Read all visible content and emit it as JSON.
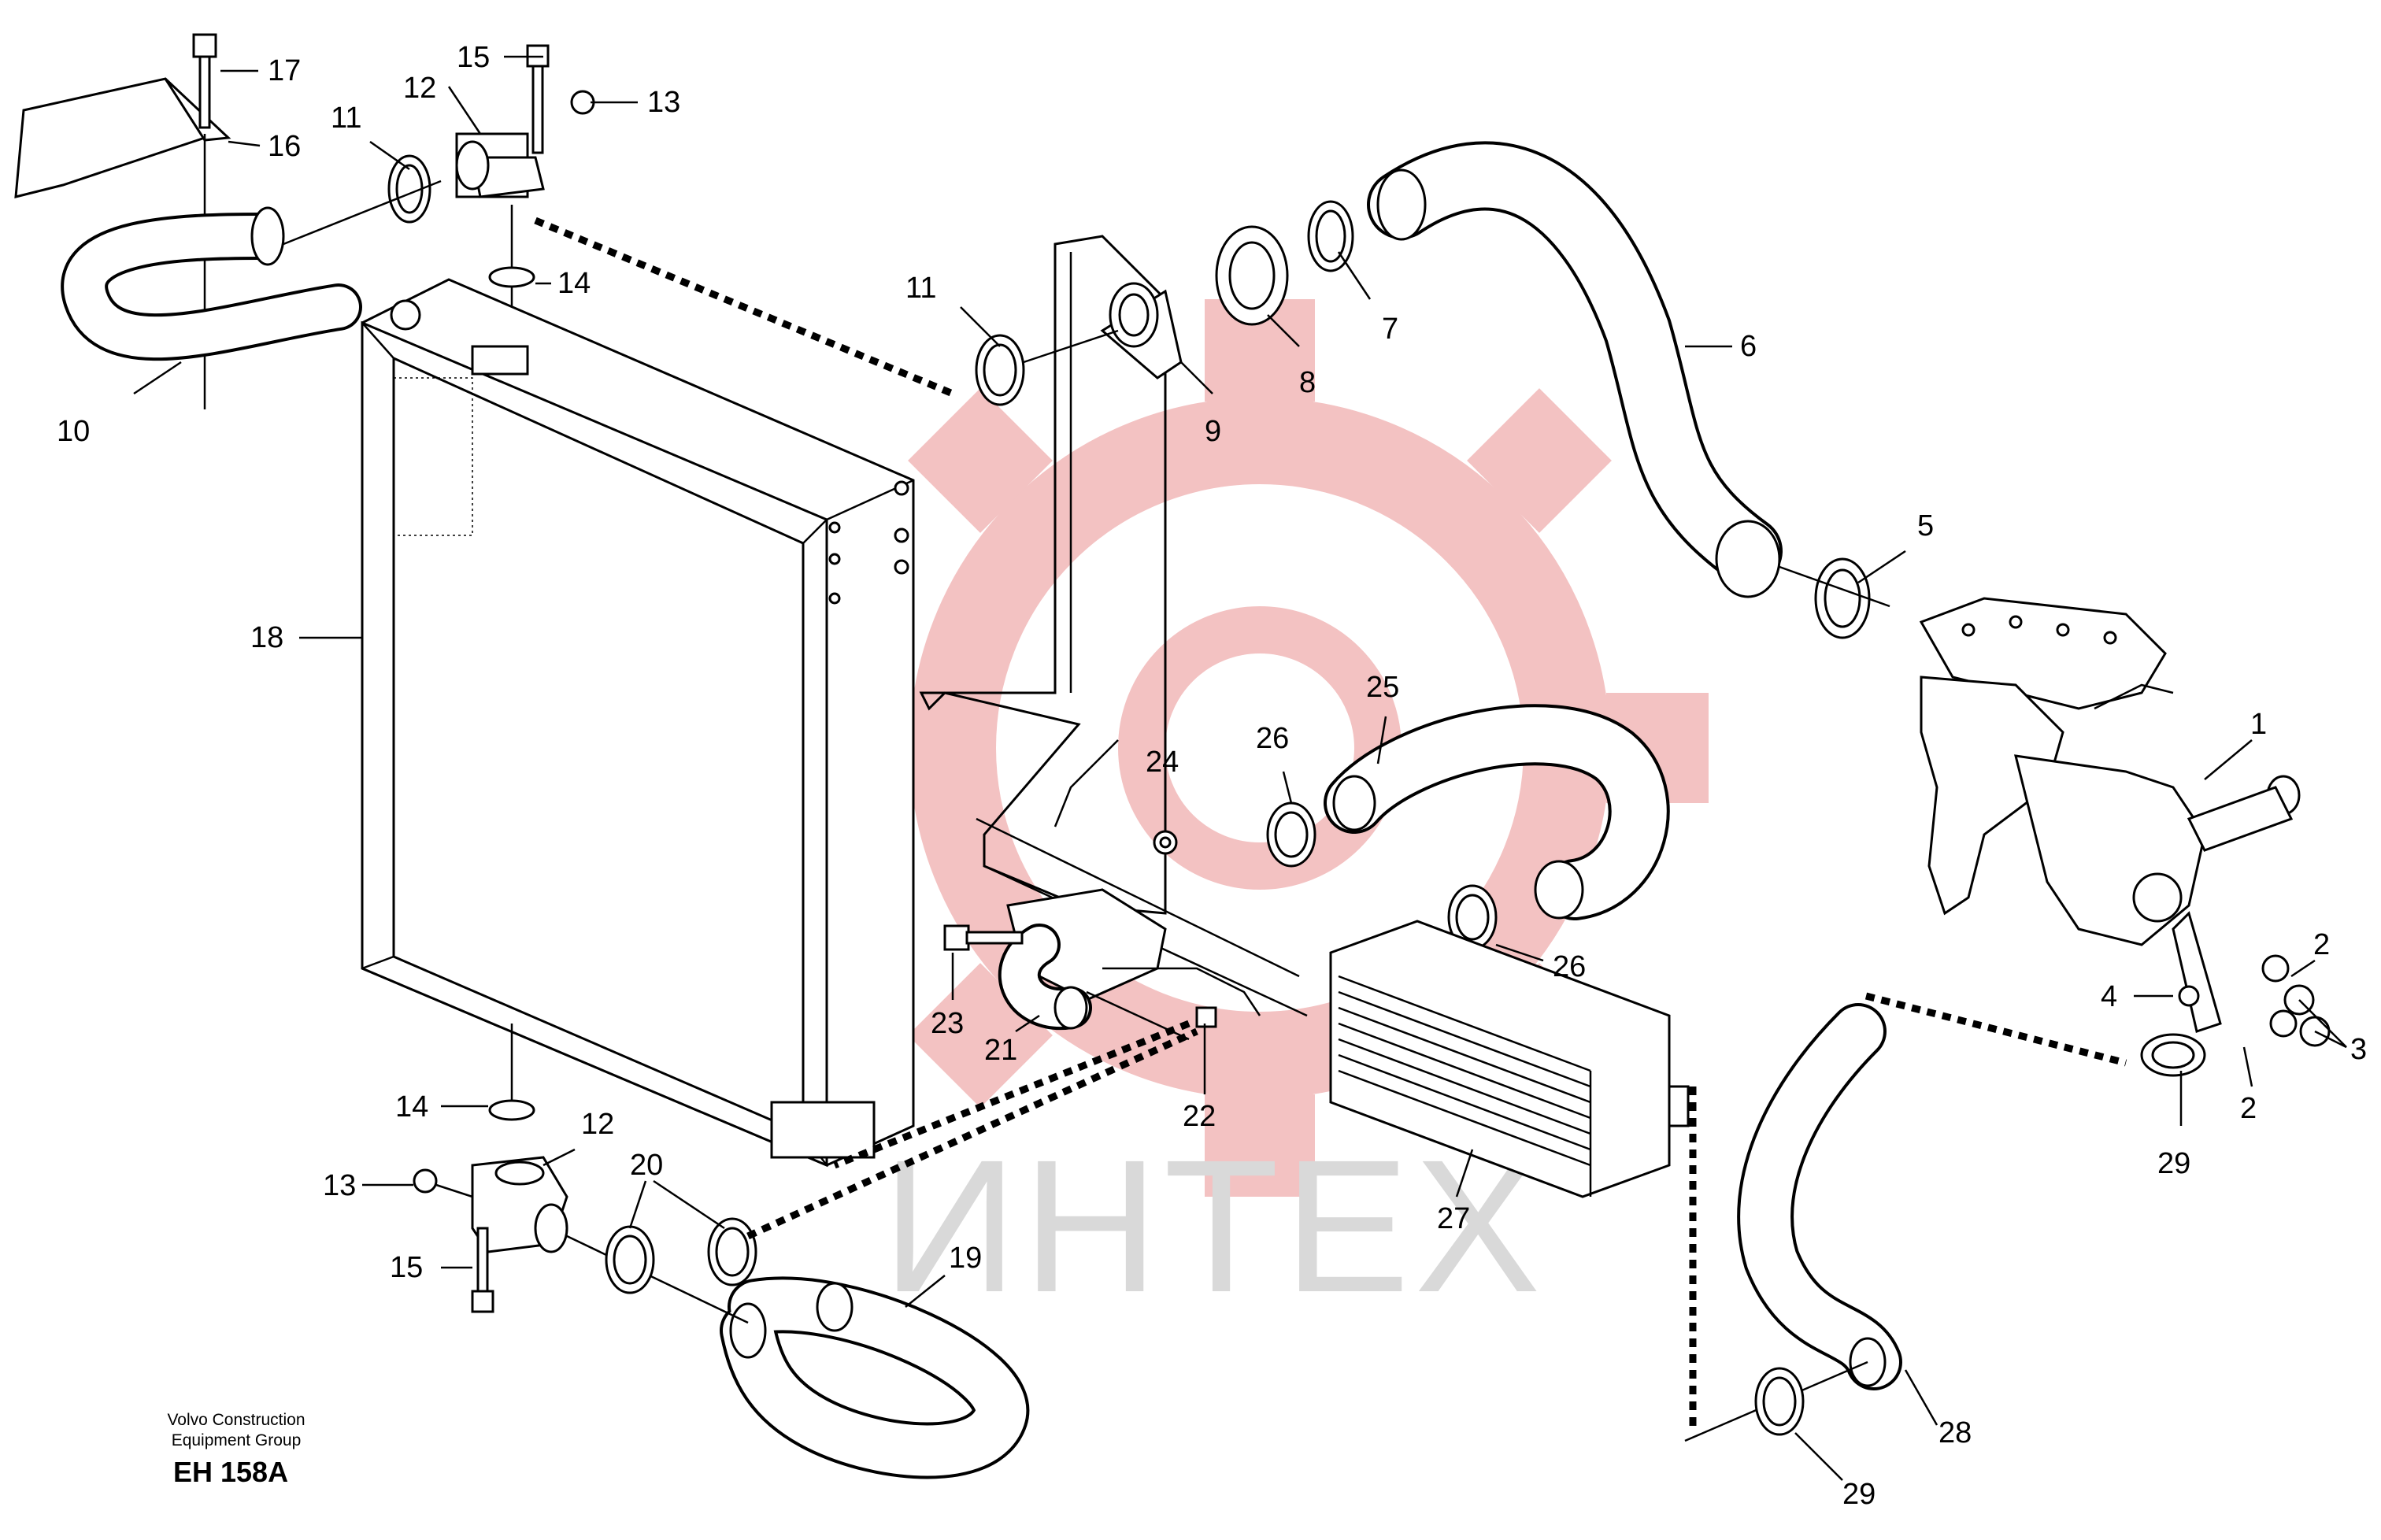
{
  "watermark": {
    "text": "ИНТЕХ",
    "color": "#f3c2c2"
  },
  "footer": {
    "company_line1": "Volvo Construction",
    "company_line2": "Equipment Group",
    "figure_code": "EH 158A"
  },
  "callouts": [
    {
      "id": "c17a",
      "label": "17"
    },
    {
      "id": "c15a",
      "label": "15"
    },
    {
      "id": "c12a",
      "label": "12"
    },
    {
      "id": "c13a",
      "label": "13"
    },
    {
      "id": "c11a",
      "label": "11"
    },
    {
      "id": "c16",
      "label": "16"
    },
    {
      "id": "c14a",
      "label": "14"
    },
    {
      "id": "c10",
      "label": "10"
    },
    {
      "id": "c11b",
      "label": "11"
    },
    {
      "id": "c9",
      "label": "9"
    },
    {
      "id": "c8",
      "label": "8"
    },
    {
      "id": "c7",
      "label": "7"
    },
    {
      "id": "c6",
      "label": "6"
    },
    {
      "id": "c5",
      "label": "5"
    },
    {
      "id": "c18",
      "label": "18"
    },
    {
      "id": "c25",
      "label": "25"
    },
    {
      "id": "c24",
      "label": "24"
    },
    {
      "id": "c26a",
      "label": "26"
    },
    {
      "id": "c26b",
      "label": "26"
    },
    {
      "id": "c1",
      "label": "1"
    },
    {
      "id": "c23",
      "label": "23"
    },
    {
      "id": "c21",
      "label": "21"
    },
    {
      "id": "c22",
      "label": "22"
    },
    {
      "id": "c2a",
      "label": "2"
    },
    {
      "id": "c4",
      "label": "4"
    },
    {
      "id": "c3",
      "label": "3"
    },
    {
      "id": "c2b",
      "label": "2"
    },
    {
      "id": "c29a",
      "label": "29"
    },
    {
      "id": "c14b",
      "label": "14"
    },
    {
      "id": "c12b",
      "label": "12"
    },
    {
      "id": "c13b",
      "label": "13"
    },
    {
      "id": "c20",
      "label": "20"
    },
    {
      "id": "c19",
      "label": "19"
    },
    {
      "id": "c15b",
      "label": "15"
    },
    {
      "id": "c27",
      "label": "27"
    },
    {
      "id": "c28",
      "label": "28"
    },
    {
      "id": "c29b",
      "label": "29"
    }
  ]
}
